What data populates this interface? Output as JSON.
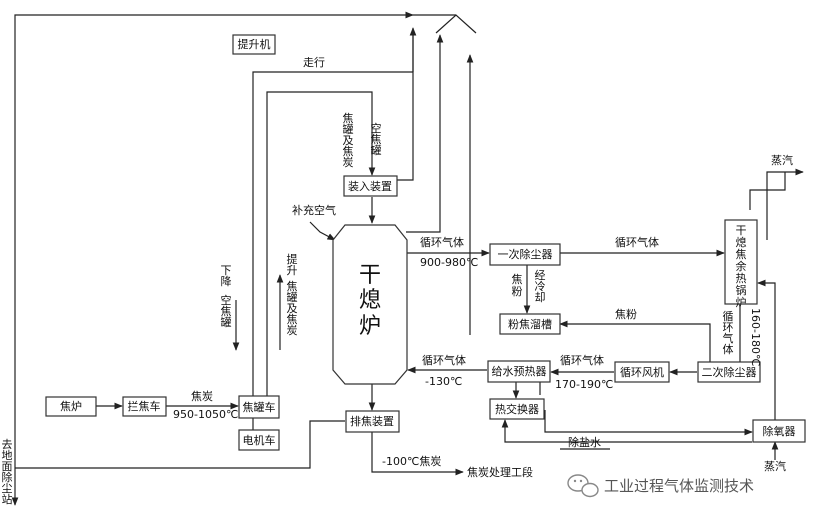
{
  "boxes": {
    "hoist": "提升机",
    "charging": "装入装置",
    "cdq": [
      "干",
      "熄",
      "炉"
    ],
    "primary_dust": "一次除尘器",
    "coke_powder_tank": "粉焦溜槽",
    "boiler": [
      "干",
      "熄",
      "焦",
      "余",
      "热",
      "锅",
      "炉"
    ],
    "secondary_dust": "二次除尘器",
    "fan": "循环风机",
    "preheater": "给水预热器",
    "heat_exchanger": "热交换器",
    "deaerator": "除氧器",
    "coke_oven": "焦炉",
    "coke_guide_car": "拦焦车",
    "coke_tank_car": "焦罐车",
    "electric_car": "电机车",
    "discharge": "排焦装置"
  },
  "labels": {
    "travel": "走行",
    "coke_tank_and_coke": [
      "焦",
      "罐",
      "及",
      "焦",
      "炭"
    ],
    "empty_tank": [
      "空",
      "焦",
      "罐"
    ],
    "make_up_air": "补充空气",
    "descend_empty": [
      "下",
      "降",
      "",
      "空",
      "焦",
      "罐"
    ],
    "lift_tank": [
      "提",
      "升",
      "",
      "焦",
      "罐",
      "及",
      "焦",
      "炭"
    ],
    "circ_gas_out": "循环气体",
    "temp_out": "900-980℃",
    "circ_gas_top": "循环气体",
    "coke_fines_v": [
      "焦",
      "粉"
    ],
    "cooled_v": [
      "经",
      "冷",
      "却"
    ],
    "coke_fines_h": "焦粉",
    "circ_gas_v": [
      "循",
      "环",
      "气",
      "体"
    ],
    "temp_boiler": "160-180℃",
    "circ_gas_mid": "循环气体",
    "temp_mid": "170-190℃",
    "circ_gas_return": "循环气体",
    "temp_return": "-130℃",
    "hot_coke": "焦炭",
    "temp_coke": "950-1050℃",
    "cold_coke": "-100℃焦炭",
    "coke_processing": "焦炭处理工段",
    "desalted_water": "除盐水",
    "steam_in": "蒸汽",
    "steam_out": "蒸汽",
    "to_dust_station": [
      "去",
      "地",
      "面",
      "除",
      "尘",
      "站"
    ]
  },
  "watermark": {
    "icon": "wechat-icon",
    "text": "工业过程气体监测技术"
  }
}
